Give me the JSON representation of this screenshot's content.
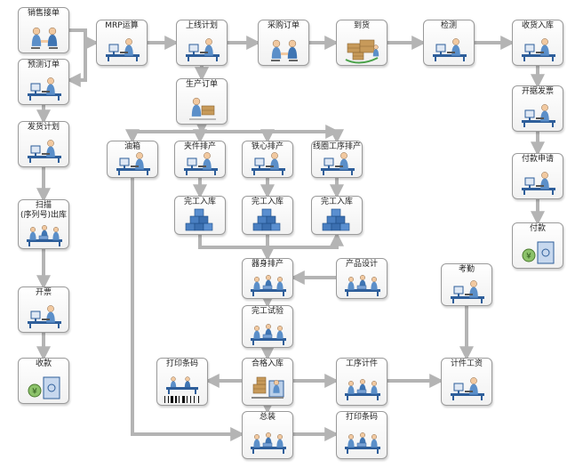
{
  "diagram": {
    "colors": {
      "connector": "#b4b4b4",
      "figure": "#5b8fc9",
      "desk": "#2e5e9a",
      "box": "#c79a5a"
    },
    "nodes": [
      {
        "id": "xiaoshou",
        "label": "销售接单",
        "icon": "two-people-handshake-icon"
      },
      {
        "id": "yuce",
        "label": "预测订单",
        "icon": "person-at-computer-icon"
      },
      {
        "id": "fahuo",
        "label": "发货计划",
        "icon": "person-at-computer-icon"
      },
      {
        "id": "saomiao",
        "label": "扫描\n(序列号)出库",
        "icon": "workers-assembly-icon"
      },
      {
        "id": "kaipiao",
        "label": "开票",
        "icon": "person-at-computer-icon"
      },
      {
        "id": "shoukuan",
        "label": "收款",
        "icon": "money-vault-icon"
      },
      {
        "id": "mrp",
        "label": "MRP运算",
        "icon": "person-at-computer-icon"
      },
      {
        "id": "shangxian",
        "label": "上线计划",
        "icon": "person-at-computer-icon"
      },
      {
        "id": "caigou",
        "label": "采购订单",
        "icon": "two-people-handshake-icon"
      },
      {
        "id": "daohuo",
        "label": "到货",
        "icon": "boxes-delivery-icon"
      },
      {
        "id": "jiance",
        "label": "检测",
        "icon": "person-at-computer-icon"
      },
      {
        "id": "shouhuo",
        "label": "收货入库",
        "icon": "person-at-computer-icon"
      },
      {
        "id": "kaiju",
        "label": "开据发票",
        "icon": "person-at-computer-icon"
      },
      {
        "id": "fukuanshenqing",
        "label": "付款申请",
        "icon": "person-at-computer-icon"
      },
      {
        "id": "fukuan",
        "label": "付款",
        "icon": "money-vault-icon"
      },
      {
        "id": "shengchan",
        "label": "生产订单",
        "icon": "person-carrying-box-icon"
      },
      {
        "id": "youxiang",
        "label": "油箱",
        "icon": "person-at-computer-icon"
      },
      {
        "id": "jiajian",
        "label": "夹件排产",
        "icon": "person-at-computer-icon"
      },
      {
        "id": "tiexin",
        "label": "铁心排产",
        "icon": "person-at-computer-icon"
      },
      {
        "id": "xianquan",
        "label": "线圈工序排产",
        "icon": "person-at-computer-icon"
      },
      {
        "id": "wangong1",
        "label": "完工入库",
        "icon": "stacked-boxes-icon"
      },
      {
        "id": "wangong2",
        "label": "完工入库",
        "icon": "stacked-boxes-icon"
      },
      {
        "id": "wangong3",
        "label": "完工入库",
        "icon": "stacked-boxes-icon"
      },
      {
        "id": "qishen",
        "label": "器身排产",
        "icon": "workers-assembly-icon"
      },
      {
        "id": "chanpin",
        "label": "产品设计",
        "icon": "workers-assembly-icon"
      },
      {
        "id": "wangongshiyan",
        "label": "完工试验",
        "icon": "workers-assembly-icon"
      },
      {
        "id": "kaoqin",
        "label": "考勤",
        "icon": "person-at-computer-icon"
      },
      {
        "id": "dayin1",
        "label": "打印条码",
        "icon": "barcode-printer-icon"
      },
      {
        "id": "hege",
        "label": "合格入库",
        "icon": "warehouse-goods-icon"
      },
      {
        "id": "gongxu",
        "label": "工序计件",
        "icon": "workers-assembly-icon"
      },
      {
        "id": "jijian",
        "label": "计件工资",
        "icon": "person-at-computer-icon"
      },
      {
        "id": "zongzhuang",
        "label": "总装",
        "icon": "workers-assembly-icon"
      },
      {
        "id": "dayin2",
        "label": "打印条码",
        "icon": "workers-assembly-icon"
      }
    ]
  }
}
